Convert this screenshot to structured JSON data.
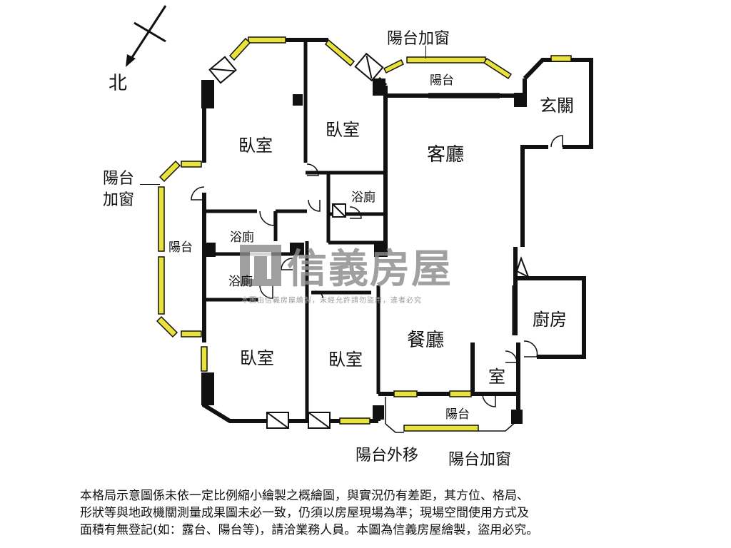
{
  "compass": {
    "north_label": "北"
  },
  "rooms": {
    "bedroom_top_left": "臥室",
    "bedroom_top_mid": "臥室",
    "bedroom_bottom_left": "臥室",
    "bedroom_bottom_mid": "臥室",
    "living_room": "客廳",
    "dining_room": "餐廳",
    "kitchen": "廚房",
    "entrance": "玄關",
    "bath_1": "浴廁",
    "bath_2": "浴廁",
    "bath_3": "浴廁",
    "small_room": "室",
    "balcony_top": "陽台",
    "balcony_left": "陽台",
    "balcony_bottom": "陽台"
  },
  "annotations": {
    "balcony_window_top": "陽台加窗",
    "balcony_window_left_line1": "陽台",
    "balcony_window_left_line2": "加窗",
    "balcony_moved_out": "陽台外移",
    "balcony_window_bottom": "陽台加窗"
  },
  "watermark": {
    "brand": "信義房屋",
    "notice": "本圖由信義房屋繪製，未經允許請勿盜用，違者必究"
  },
  "disclaimer": {
    "line1": "本格局示意圖係未依一定比例縮小繪製之概繪圖，與實況仍有差距，其方位、格局、",
    "line2": "形狀等與地政機關測量成果圖未必一致，仍須以房屋現場為準；現場空間使用方式及",
    "line3": "面積有無登記(如：露台、陽台等)，請洽業務人員。本圖為信義房屋繪製，盜用必究。"
  }
}
